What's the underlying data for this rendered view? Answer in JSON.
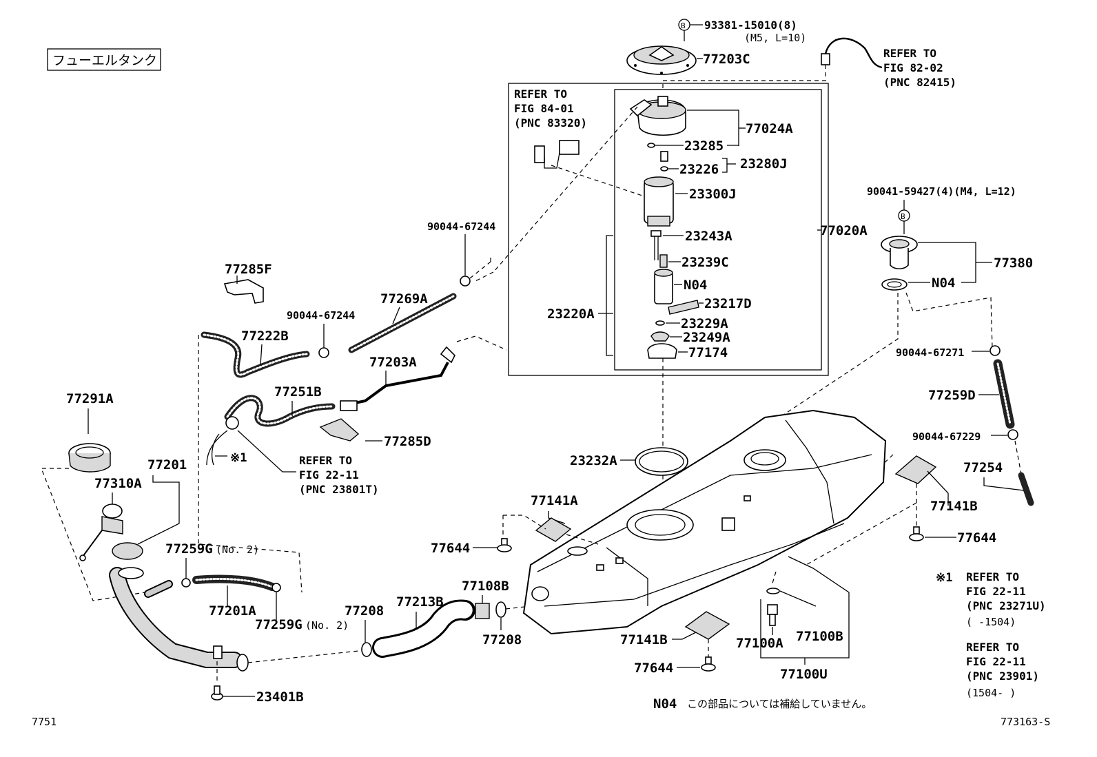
{
  "title_box": "フューエルタンク",
  "footer": {
    "left": "7751",
    "right": "773163-S"
  },
  "note": {
    "n04": "N04",
    "text": "この部品については補給していません。"
  },
  "circle_b": "B",
  "labels": {
    "p93381": "93381-15010(8)",
    "p93381_sub": "(M5, L=10)",
    "p77203C": "77203C",
    "p77024A": "77024A",
    "p23285": "23285",
    "p23280J": "23280J",
    "p23226": "23226",
    "p23300J": "23300J",
    "p23243A": "23243A",
    "p77020A": "77020A",
    "p23239C": "23239C",
    "pN04a": "N04",
    "p23217D": "23217D",
    "p23220A": "23220A",
    "p23229A": "23229A",
    "p23249A": "23249A",
    "p77174": "77174",
    "p23232A": "23232A",
    "p90041": "90041-59427(4)(M4, L=12)",
    "p77380": "77380",
    "pN04b": "N04",
    "p90044_67271": "90044-67271",
    "p77259D": "77259D",
    "p90044_67229": "90044-67229",
    "p77254": "77254",
    "p77141B_r": "77141B",
    "p77644_r": "77644",
    "p90044_67244a": "90044-67244",
    "p77285F": "77285F",
    "p77269A": "77269A",
    "p90044_67244b": "90044-67244",
    "p77222B": "77222B",
    "p77203A": "77203A",
    "p77251B": "77251B",
    "p77285D": "77285D",
    "p77291A": "77291A",
    "p77201": "77201",
    "p77310A": "77310A",
    "pX1": "※1",
    "p77259G_a": "77259G",
    "p77259G_a_sub": "(No. 2)",
    "p77201A": "77201A",
    "p77259G_b": "77259G",
    "p77259G_b_sub": "(No. 2)",
    "p77208a": "77208",
    "p77213B": "77213B",
    "p77108B": "77108B",
    "p77208b": "77208",
    "p77141A": "77141A",
    "p77644_l": "77644",
    "p23401B": "23401B",
    "p77141B_b": "77141B",
    "p77644_b": "77644",
    "p77100A": "77100A",
    "p77100B": "77100B",
    "p77100U": "77100U"
  },
  "refs": {
    "fig82": [
      "REFER TO",
      "FIG 82-02",
      "(PNC 82415)"
    ],
    "fig84": [
      "REFER TO",
      "FIG 84-01",
      "(PNC 83320)"
    ],
    "fig22a": [
      "REFER TO",
      "FIG 22-11",
      "(PNC 23801T)"
    ],
    "x1_mark": "※1",
    "x1": [
      "REFER TO",
      "FIG 22-11",
      "(PNC 23271U)",
      "(      -1504)"
    ],
    "x2": [
      "REFER TO",
      "FIG 22-11",
      "(PNC 23901)",
      "(1504-      )"
    ]
  }
}
